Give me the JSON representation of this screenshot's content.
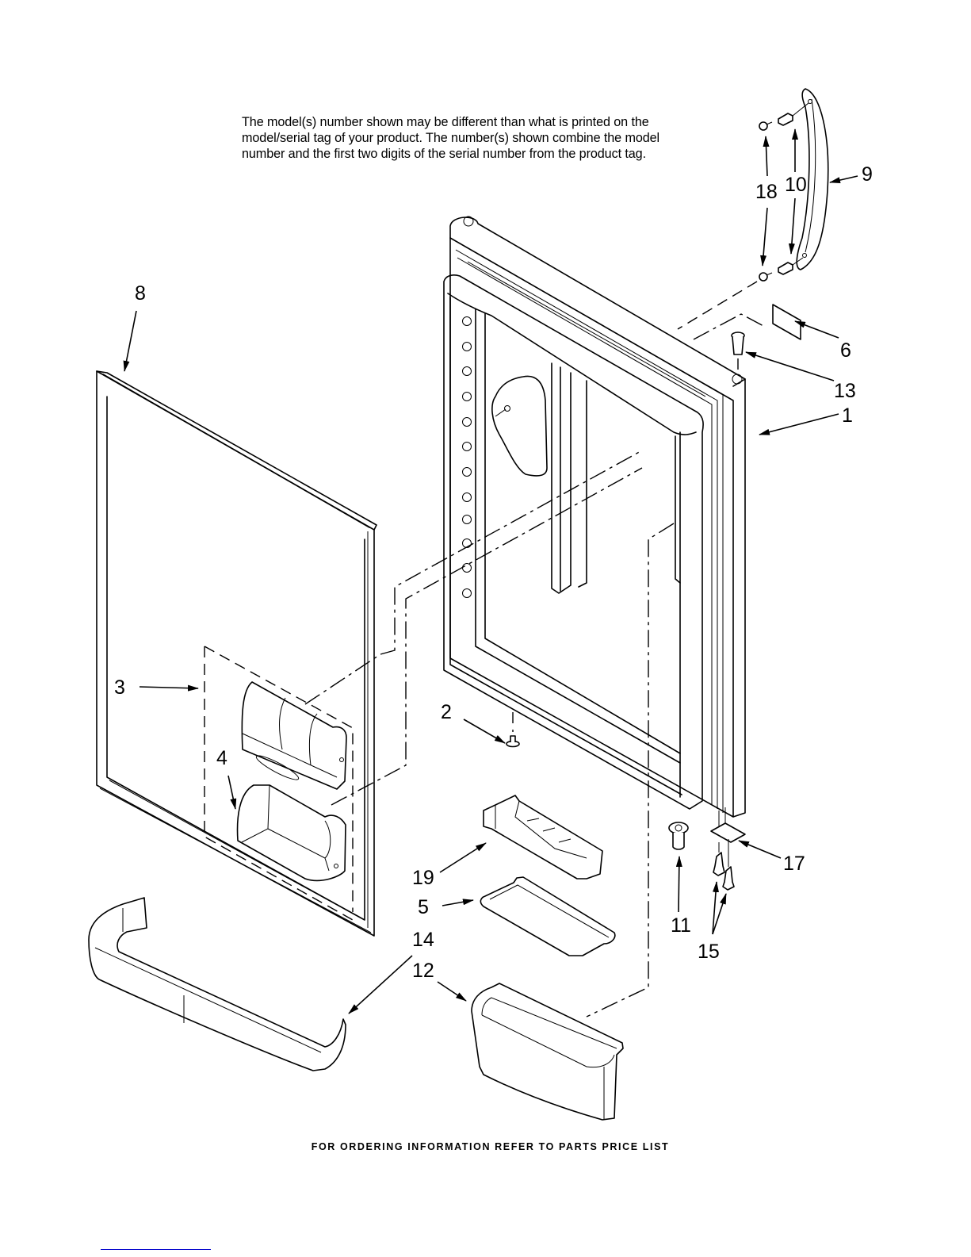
{
  "note": {
    "lines": [
      "The model(s) number shown may be different than what is printed on the",
      "model/serial tag of your product. The number(s) shown combine the model",
      "number and the first two digits of the serial number from the product tag."
    ]
  },
  "footer": "FOR ORDERING INFORMATION REFER TO PARTS PRICE LIST",
  "diagram": {
    "title": "Refrigerator door parts exploded view",
    "callouts": [
      {
        "id": "1",
        "label": "1",
        "part": "door-assembly"
      },
      {
        "id": "2",
        "label": "2",
        "part": "door-stop-pin"
      },
      {
        "id": "3",
        "label": "3",
        "part": "dispenser-module-assembly"
      },
      {
        "id": "4",
        "label": "4",
        "part": "door-bin-small"
      },
      {
        "id": "5",
        "label": "5",
        "part": "shelf-tray"
      },
      {
        "id": "6",
        "label": "6",
        "part": "label-tag"
      },
      {
        "id": "8",
        "label": "8",
        "part": "door-gasket"
      },
      {
        "id": "9",
        "label": "9",
        "part": "door-handle"
      },
      {
        "id": "10",
        "label": "10",
        "part": "handle-screw"
      },
      {
        "id": "11",
        "label": "11",
        "part": "hinge-bushing"
      },
      {
        "id": "12",
        "label": "12",
        "part": "door-bin-deep"
      },
      {
        "id": "13",
        "label": "13",
        "part": "top-hinge-bushing"
      },
      {
        "id": "14",
        "label": "14",
        "part": "door-shelf-bar"
      },
      {
        "id": "15",
        "label": "15",
        "part": "bracket-screws"
      },
      {
        "id": "17",
        "label": "17",
        "part": "door-bracket"
      },
      {
        "id": "18",
        "label": "18",
        "part": "handle-mount-stud"
      },
      {
        "id": "19",
        "label": "19",
        "part": "egg-tray"
      }
    ]
  },
  "link": {
    "text": ""
  }
}
